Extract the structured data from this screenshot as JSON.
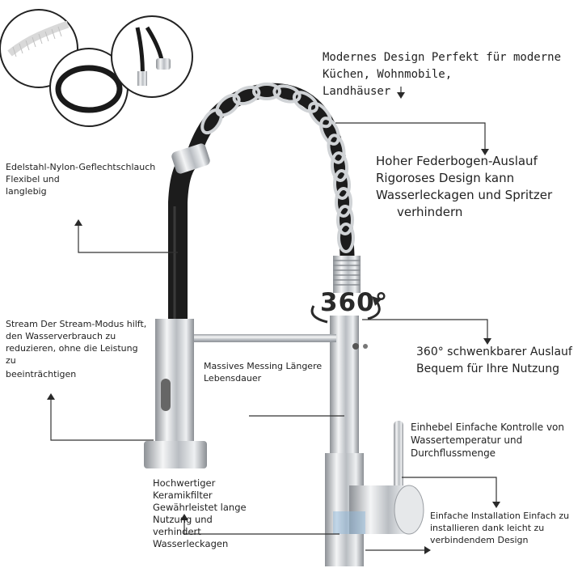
{
  "labels": {
    "design": [
      "Modernes Design Perfekt für moderne",
      "Küchen, Wohnmobile,",
      "Landhäuser"
    ],
    "spring": [
      "Hoher Federbogen-Auslauf",
      "Rigoroses Design kann",
      "Wasserleckagen und Spritzer",
      "verhindern"
    ],
    "hose": [
      "Edelstahl-Nylon-Geflechtschlauch",
      "Flexibel und",
      "langlebig"
    ],
    "stream": [
      "Stream Der Stream-Modus hilft,",
      "den Wasserverbrauch zu",
      "reduzieren, ohne die Leistung",
      "zu",
      "beeinträchtigen"
    ],
    "swivel": [
      "360° schwenkbarer Auslauf",
      "Bequem für Ihre Nutzung"
    ],
    "brass": [
      "Massives Messing Längere",
      "Lebensdauer"
    ],
    "lever": [
      "Einhebel Einfache Kontrolle von",
      "Wassertemperatur und",
      "Durchflussmenge"
    ],
    "ceramic": [
      "Hochwertiger",
      "Keramikfilter",
      "Gewährleistet lange",
      "Nutzung und",
      "verhindert",
      "Wasserleckagen"
    ],
    "install": [
      "Einfache Installation Einfach zu",
      "installieren dank leicht zu",
      "verbindendem Design"
    ]
  },
  "badge": "360°",
  "colors": {
    "chrome": "#c9ccd0",
    "hose": "#1c1c1c",
    "line": "#333333",
    "arrow": "#2a2a2a"
  }
}
